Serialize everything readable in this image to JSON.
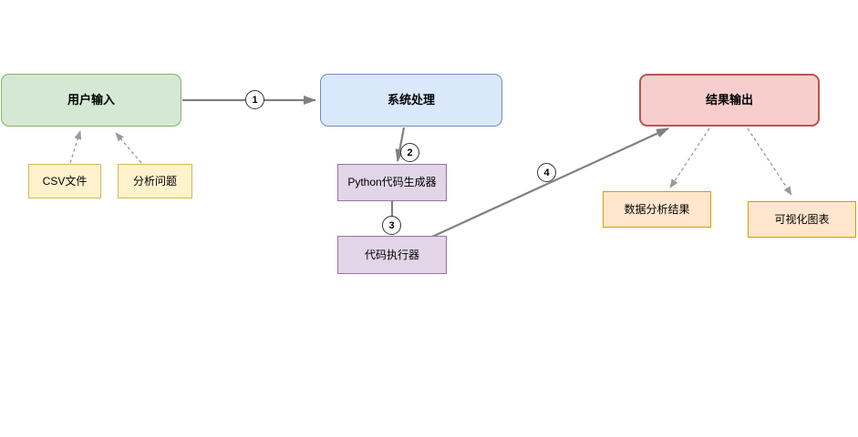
{
  "diagram": {
    "stages": {
      "user_input": {
        "label": "用户输入"
      },
      "system_process": {
        "label": "系统处理"
      },
      "result_output": {
        "label": "结果输出"
      }
    },
    "inputs": {
      "csv_file": {
        "label": "CSV文件"
      },
      "analysis_question": {
        "label": "分析问题"
      }
    },
    "modules": {
      "python_code_generator": {
        "label": "Python代码生成器"
      },
      "code_executor": {
        "label": "代码执行器"
      }
    },
    "outputs": {
      "data_analysis_result": {
        "label": "数据分析结果"
      },
      "visualization_chart": {
        "label": "可视化图表"
      }
    },
    "steps": [
      {
        "number": "1"
      },
      {
        "number": "2"
      },
      {
        "number": "3"
      },
      {
        "number": "4"
      }
    ],
    "colors": {
      "input_stage_fill": "#d5e8d4",
      "input_stage_stroke": "#82b366",
      "process_stage_fill": "#dae8fc",
      "process_stage_stroke": "#6c8ebf",
      "output_stage_fill": "#f8cecc",
      "output_stage_stroke": "#b85450",
      "input_item_fill": "#fff2cc",
      "input_item_stroke": "#d6b656",
      "module_fill": "#e1d5e7",
      "module_stroke": "#9673a6",
      "output_item_fill": "#ffe6cc",
      "output_item_stroke": "#d79b00",
      "connector_solid": "#808080",
      "connector_dashed": "#9a9a9a",
      "canvas_background": "#ffffff"
    }
  }
}
